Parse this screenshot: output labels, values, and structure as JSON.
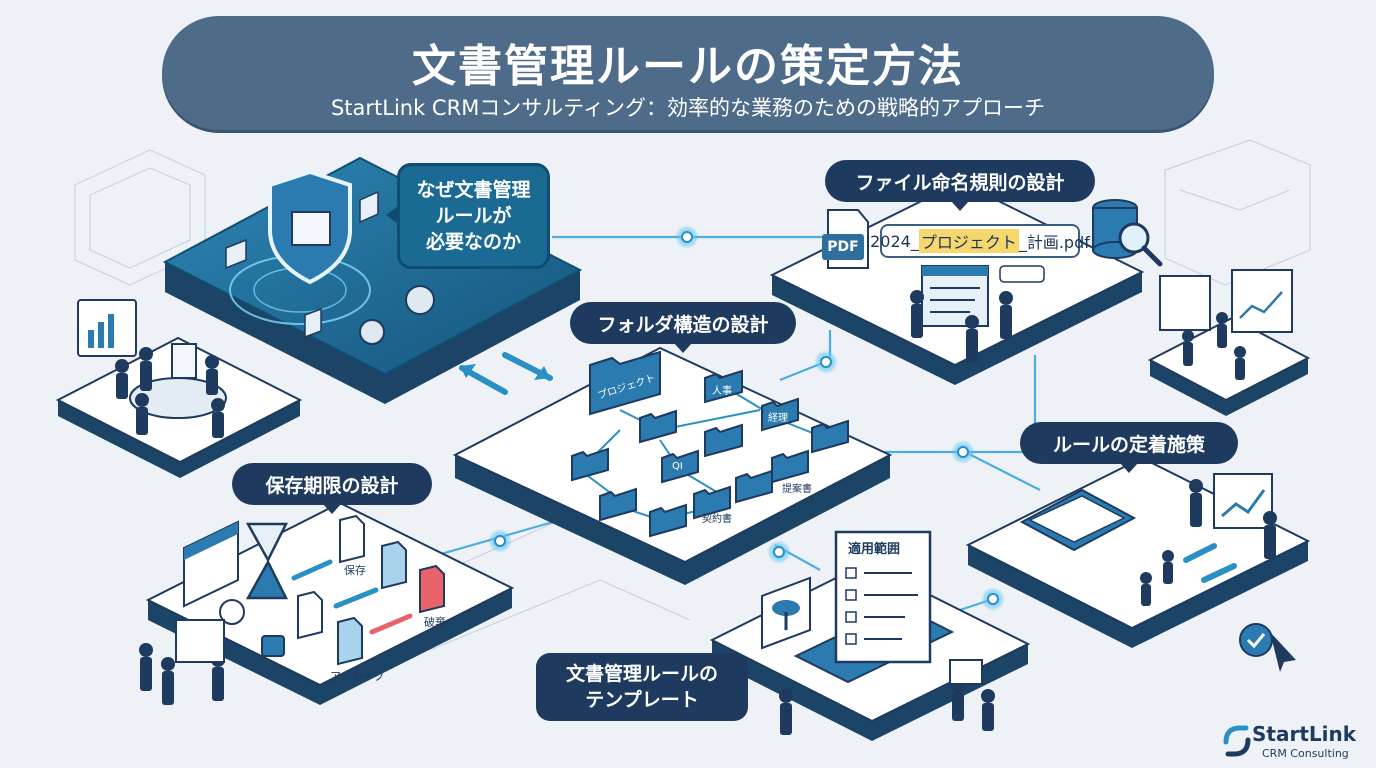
{
  "header": {
    "title": "文書管理ルールの策定方法",
    "subtitle": "StartLink CRMコンサルティング：効率的な業務のための戦略的アプローチ"
  },
  "sections": {
    "why": "なぜ文書管理\nルールが\n必要なのか",
    "file_naming": "ファイル命名規則の設計",
    "folder": "フォルダ構造の設計",
    "retention": "保存期限の設計",
    "adoption": "ルールの定着施策",
    "template": "文書管理ルールの\nテンプレート"
  },
  "file_naming_example": {
    "badge": "PDF",
    "prefix": "2024_",
    "highlight": "プロジェクト",
    "suffix": "_計画.pdf"
  },
  "folder_labels": [
    "プロジェクト",
    "人事",
    "経理",
    "QI",
    "契約書",
    "提案書"
  ],
  "retention_labels": [
    "保存",
    "アーカイブ",
    "破棄"
  ],
  "checklist_title": "適用範囲",
  "logo": {
    "name": "StartLink",
    "sub": "CRM Consulting"
  },
  "colors": {
    "accent": "#1e3a5f",
    "banner": "#4f6b8a",
    "glow": "#38b6e8",
    "platform": "#ffffff",
    "platform_dark": "#1a6a94"
  }
}
